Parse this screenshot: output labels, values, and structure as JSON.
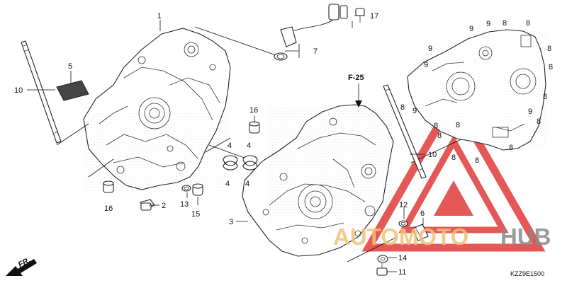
{
  "callouts": [
    {
      "id": "c1",
      "label": "1"
    },
    {
      "id": "c2",
      "label": "2"
    },
    {
      "id": "c3",
      "label": "3"
    },
    {
      "id": "c4a",
      "label": "4"
    },
    {
      "id": "c4b",
      "label": "4"
    },
    {
      "id": "c4c",
      "label": "4"
    },
    {
      "id": "c4d",
      "label": "4"
    },
    {
      "id": "c5",
      "label": "5"
    },
    {
      "id": "c6",
      "label": "6"
    },
    {
      "id": "c7",
      "label": "7"
    },
    {
      "id": "c8a",
      "label": "8"
    },
    {
      "id": "c8b",
      "label": "8"
    },
    {
      "id": "c8c",
      "label": "8"
    },
    {
      "id": "c8d",
      "label": "8"
    },
    {
      "id": "c8e",
      "label": "8"
    },
    {
      "id": "c8f",
      "label": "8"
    },
    {
      "id": "c8g",
      "label": "8"
    },
    {
      "id": "c8h",
      "label": "8"
    },
    {
      "id": "c8i",
      "label": "8"
    },
    {
      "id": "c8j",
      "label": "8"
    },
    {
      "id": "c8k",
      "label": "8"
    },
    {
      "id": "c8l",
      "label": "8"
    },
    {
      "id": "c8m",
      "label": "8"
    },
    {
      "id": "c9a",
      "label": "9"
    },
    {
      "id": "c9b",
      "label": "9"
    },
    {
      "id": "c9c",
      "label": "9"
    },
    {
      "id": "c9d",
      "label": "9"
    },
    {
      "id": "c9e",
      "label": "9"
    },
    {
      "id": "c9f",
      "label": "9"
    },
    {
      "id": "c10a",
      "label": "10"
    },
    {
      "id": "c10b",
      "label": "10"
    },
    {
      "id": "c11",
      "label": "11"
    },
    {
      "id": "c12",
      "label": "12"
    },
    {
      "id": "c13",
      "label": "13"
    },
    {
      "id": "c14",
      "label": "14"
    },
    {
      "id": "c15",
      "label": "15"
    },
    {
      "id": "c16a",
      "label": "16"
    },
    {
      "id": "c16b",
      "label": "16"
    },
    {
      "id": "c17",
      "label": "17"
    }
  ],
  "reference_label": "F-25",
  "direction_label": "FR.",
  "diagram_code": "KZZ9E1500",
  "watermark": {
    "text_part1": "AUTOMOTO",
    "text_part2": "HUB",
    "color_part1": "#f1c27a",
    "color_part2": "#8a8a8a",
    "logo_color": "#e23b3b",
    "logo_icon": "warning-triangle-logo"
  }
}
